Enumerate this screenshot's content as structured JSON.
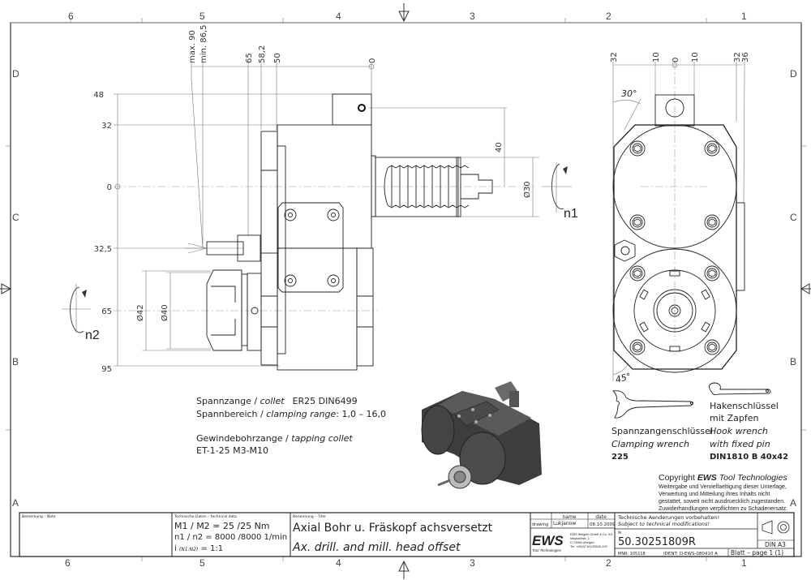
{
  "sheet": {
    "zones_horizontal": [
      "6",
      "5",
      "4",
      "3",
      "2",
      "1"
    ],
    "zones_vertical": [
      "D",
      "C",
      "B",
      "A"
    ]
  },
  "side_view": {
    "top_dims": [
      "max. 90",
      "min. 86,5",
      "65",
      "58,2",
      "50",
      "0"
    ],
    "left_dims": [
      "48",
      "32",
      "0",
      "32,5",
      "65",
      "95"
    ],
    "diameters": [
      "Ø42",
      "Ø40",
      "Ø30"
    ],
    "right_dim": "40",
    "spindle_labels": [
      "n1",
      "n2"
    ]
  },
  "front_view": {
    "top_dims": [
      "32",
      "10",
      "0",
      "10",
      "32",
      "36"
    ],
    "angles": [
      "30°",
      "45°"
    ]
  },
  "collet_notes": {
    "line1_de": "Spannzange /",
    "line1_en": "collet",
    "line1_val": "ER25    DIN6499",
    "line2_de": "Spannbereich /",
    "line2_en": "clamping range",
    "line2_val": ": 1,0  –  16,0",
    "line3_de": "Gewindebohrzange /",
    "line3_en": "tapping collet",
    "line4": "ET-1-25   M3-M10"
  },
  "wrenches": {
    "clamping": {
      "de": "Spannzangenschlüssel",
      "en": "Clamping wrench",
      "code": "225"
    },
    "hook": {
      "de1": "Hakenschlüssel",
      "de2": "mit Zapfen",
      "en1": "Hook wrench",
      "en2": "with fixed pin",
      "code": "DIN1810 B 40x42"
    }
  },
  "copyright": {
    "title_prefix": "Copyright ",
    "brand": "EWS",
    "title_suffix": " Tool Technologies",
    "lines": [
      "Weitergabe und Vervielfaeltigung dieser Unterlage,",
      "Verwertung und Mitteilung ihres Inhalts nicht",
      "gestattet, soweit nicht ausdruecklich zugestanden.",
      "Zuwiderhandlungen verpflichten zu Schadenersatz."
    ]
  },
  "title_block": {
    "note_label": "Bemerkung – Note",
    "tech_label": "Technische Daten – technical data",
    "torque": "M1 / M2 = 25  /25  Nm",
    "speed": "n1 / n2 = 8000 /8000  1/min",
    "ratio_prefix": "i",
    "ratio_sub": "(N1:N2)",
    "ratio_val": "= 1:1",
    "title_label": "Benennung – Title",
    "title_de": "Axial Bohr u. Fräskopf achsversetzt",
    "title_en": "Ax. drill. and mill. head offset",
    "col_name": "name",
    "col_date": "date",
    "row_drawing": "drawing",
    "drawn_by": "Lukjanow",
    "drawn_date": "08.10.2009",
    "logo_text": "EWS",
    "logo_sub": "Tool Technologies",
    "company_lines": [
      "EWS Weigele GmbH & Co. KG",
      "Maybachstr. 1",
      "D-73066 Uhingen",
      "Tel. +49(0)7161/93040-100"
    ],
    "modif_de": "Technische Aenderungen vorbehalten!",
    "modif_en": "Subject to technical modifications!",
    "nr_label": "Nr.",
    "number": "50.30251809R",
    "format": "DIN A3",
    "mnr": "MNR: 105118",
    "ident": "IDENT: D-EWS-080410 A",
    "page": "Blatt – page  1 (1)"
  }
}
